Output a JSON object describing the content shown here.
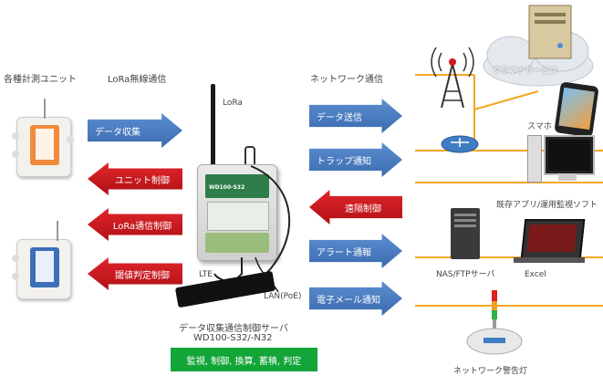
{
  "headers": {
    "units": "各種計測ユニット",
    "lora": "LoRa無線通信",
    "network": "ネットワーク通信"
  },
  "left_arrows": [
    {
      "label": "データ収集",
      "color": "#4a7cc3",
      "direction": "right"
    },
    {
      "label": "ユニット制御",
      "color": "#d0181e",
      "direction": "left"
    },
    {
      "label": "LoRa通信制御",
      "color": "#d0181e",
      "direction": "left"
    },
    {
      "label": "閾値判定制御",
      "color": "#d0181e",
      "direction": "left"
    }
  ],
  "right_arrows": [
    {
      "label": "データ送信",
      "color": "#4a7cc3",
      "direction": "right"
    },
    {
      "label": "トラップ通知",
      "color": "#4a7cc3",
      "direction": "right"
    },
    {
      "label": "遠隔制御",
      "color": "#d0181e",
      "direction": "left"
    },
    {
      "label": "アラート通報",
      "color": "#4a7cc3",
      "direction": "right"
    },
    {
      "label": "電子メール通知",
      "color": "#4a7cc3",
      "direction": "right"
    }
  ],
  "device": {
    "antenna_label": "LoRa",
    "lte_label": "LTE",
    "lan_label": "LAN(PoE)",
    "model_text": "WD100-S32",
    "caption_line1": "データ収集通信制御サーバ",
    "caption_line2": "WD100-S32/-N32"
  },
  "functions_banner": {
    "text": "監視, 制御, 換算, 蓄積, 判定",
    "color": "#13a538"
  },
  "endpoints": {
    "cloud": "クラウドサービス",
    "phone": "スマホ",
    "monitor_pc": "既存アプリ/運用監視ソフト",
    "nas": "NAS/FTPサーバ",
    "excel": "Excel",
    "lamp": "ネットワーク警告灯"
  },
  "colors": {
    "blue_arrow": "#4a7cc3",
    "red_arrow": "#d0181e",
    "network_line": "#f5a623",
    "green_banner": "#13a538"
  }
}
